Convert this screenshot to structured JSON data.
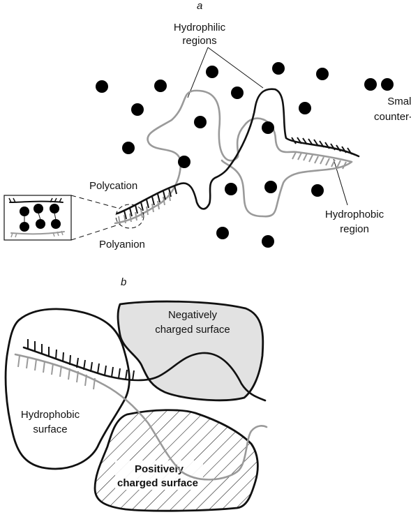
{
  "panel_a": {
    "label": "a",
    "hydrophilic_line1": "Hydrophilic",
    "hydrophilic_line2": "regions",
    "counter_line1": "Small",
    "counter_line2": "counter-ions",
    "hydrophobic_line1": "Hydrophobic",
    "hydrophobic_line2": "region",
    "polycation": "Polycation",
    "polyanion": "Polyanion"
  },
  "panel_b": {
    "label": "b",
    "negative_line1": "Negatively",
    "negative_line2": "charged surface",
    "hydrophobic_line1": "Hydrophobic",
    "hydrophobic_line2": "surface",
    "positive_line1": "Positively",
    "positive_line2": "charged surface"
  },
  "colors": {
    "polycation": "#111111",
    "polyanion": "#9a9a9a",
    "negative_surface_fill": "#e2e2e2"
  }
}
